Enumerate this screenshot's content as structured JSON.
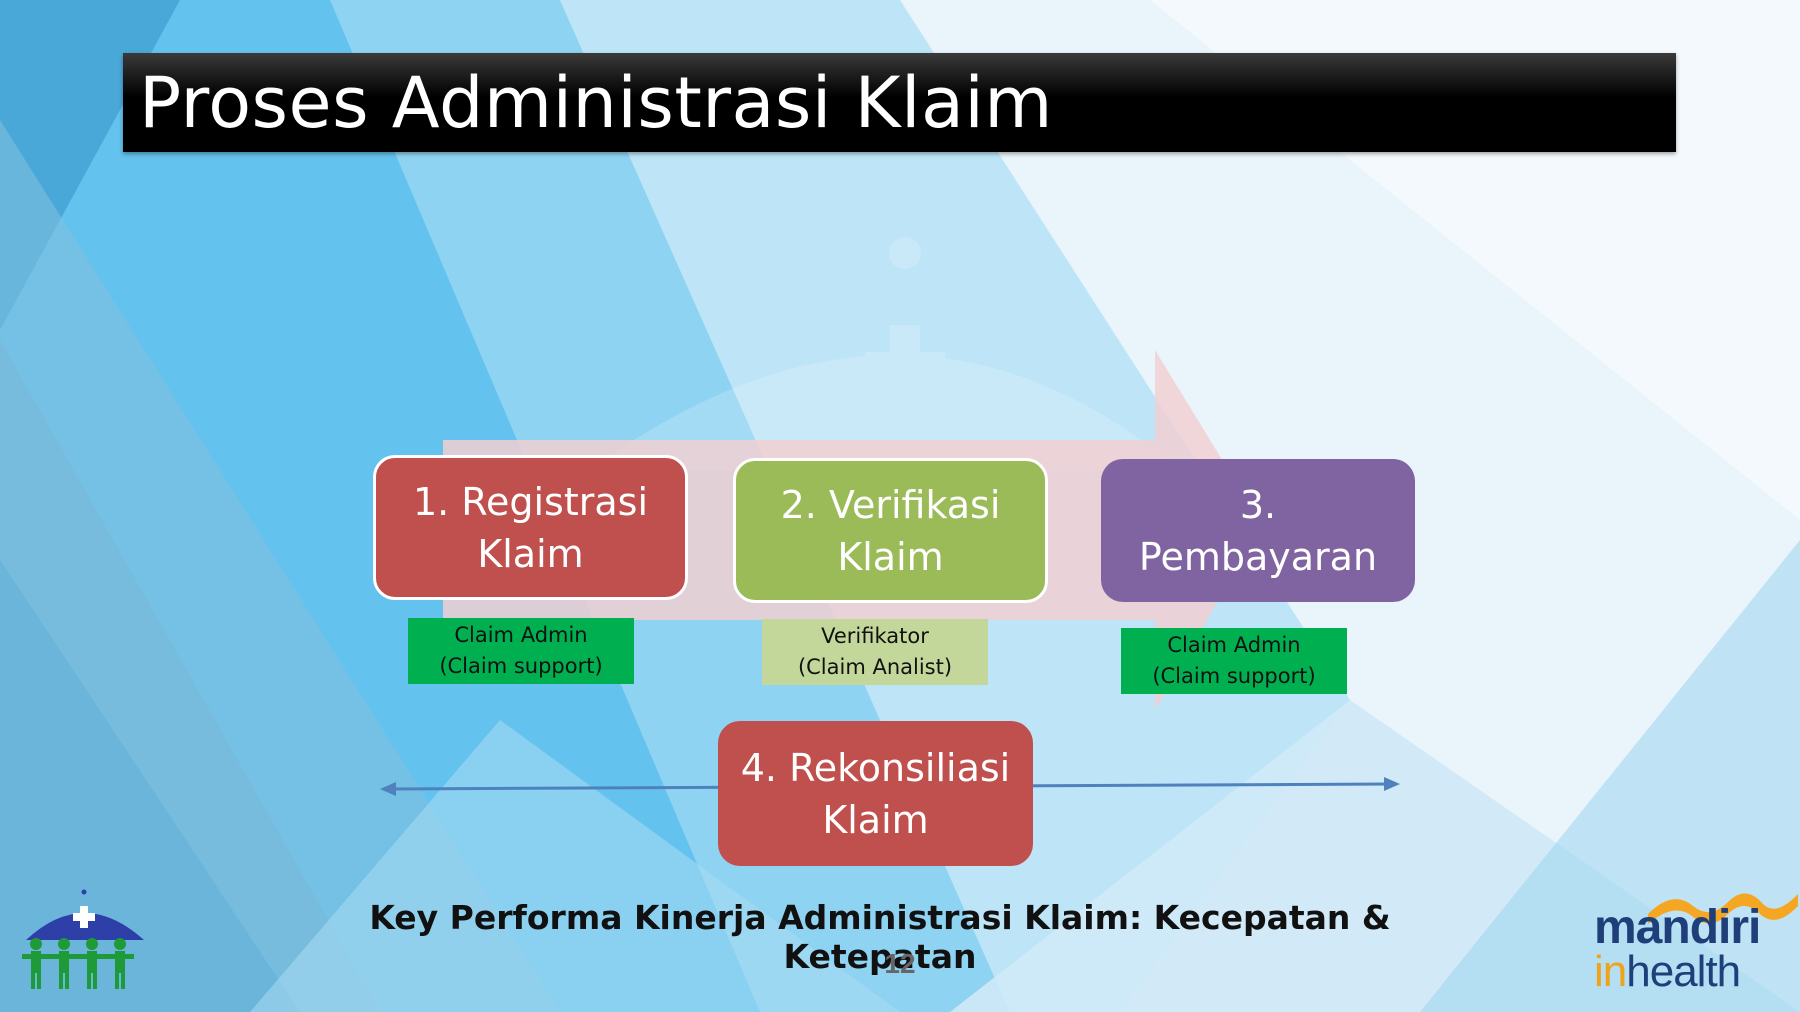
{
  "slide": {
    "title": "Proses Administrasi Klaim",
    "page_number": "12"
  },
  "steps": [
    {
      "label": "1. Registrasi\nKlaim",
      "color": "#c0504d"
    },
    {
      "label": "2. Verifikasi\nKlaim",
      "color": "#9bbb59"
    },
    {
      "label": "3.\nPembayaran",
      "color": "#8064a2"
    },
    {
      "label": "4. Rekonsiliasi\nKlaim",
      "color": "#c0504d"
    }
  ],
  "roles": [
    {
      "label": "Claim Admin\n(Claim support)",
      "color": "#00b050"
    },
    {
      "label": "Verifikator\n(Claim Analist)",
      "color": "#c4d79b"
    },
    {
      "label": "Claim Admin\n(Claim support)",
      "color": "#00b050"
    }
  ],
  "footer": {
    "kpi_text": "Key Performa  Kinerja Administrasi Klaim: Kecepatan & Ketepatan"
  },
  "brand": {
    "logo_left_icon": "umbrella-family-icon",
    "name_part1": "mandiri",
    "name_part2_accent": "in",
    "name_part2": "health"
  }
}
